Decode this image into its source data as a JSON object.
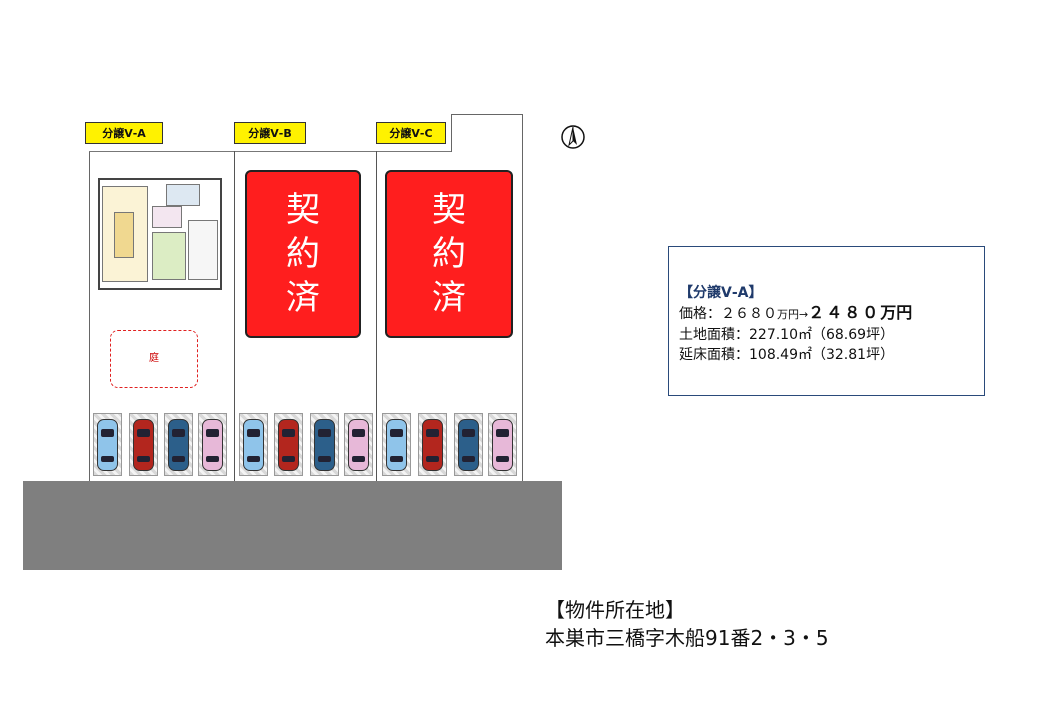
{
  "lots": [
    {
      "tag": "分譲Ⅴ-A"
    },
    {
      "tag": "分譲Ⅴ-B",
      "status": [
        "契",
        "約",
        "済"
      ]
    },
    {
      "tag": "分譲Ⅴ-C",
      "status": [
        "契",
        "約",
        "済"
      ]
    }
  ],
  "garden_label": "庭",
  "info": {
    "title": "【分譲Ⅴ-A】",
    "price_label": "価格：",
    "price_old": "２６８０",
    "price_old_unit": "万円→",
    "price_new": "２４８０",
    "price_new_unit": "万円",
    "land_area": "土地面積：227.10㎡（68.69坪）",
    "floor_area": "延床面積：108.49㎡（32.81坪）"
  },
  "address": {
    "heading": "【物件所在地】",
    "value": "本巣市三橋字木船91番2・3・5"
  },
  "icons": {
    "north": "north-arrow-icon",
    "car": "car-icon"
  },
  "colors": {
    "sold": "#ff1e1e",
    "tag": "#fff200",
    "road": "#7f7f7f",
    "cars": [
      "#8fc4ea",
      "#b3261e",
      "#2c5f8a",
      "#e7b8d8"
    ]
  }
}
